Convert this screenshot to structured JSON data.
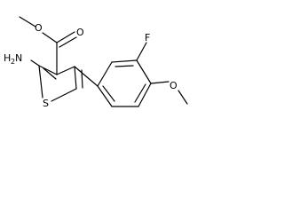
{
  "molecule": {
    "atoms": {
      "amine_n": "H",
      "amine_sub": "2",
      "amine_n_symbol": "N",
      "ring_s": "S",
      "fluorine": "F",
      "ester_o_carbonyl": "O",
      "ester_o_ether": "O",
      "methoxy_o": "O"
    },
    "colors": {
      "bond": "#000000",
      "text": "#000000",
      "background": "#ffffff"
    }
  }
}
